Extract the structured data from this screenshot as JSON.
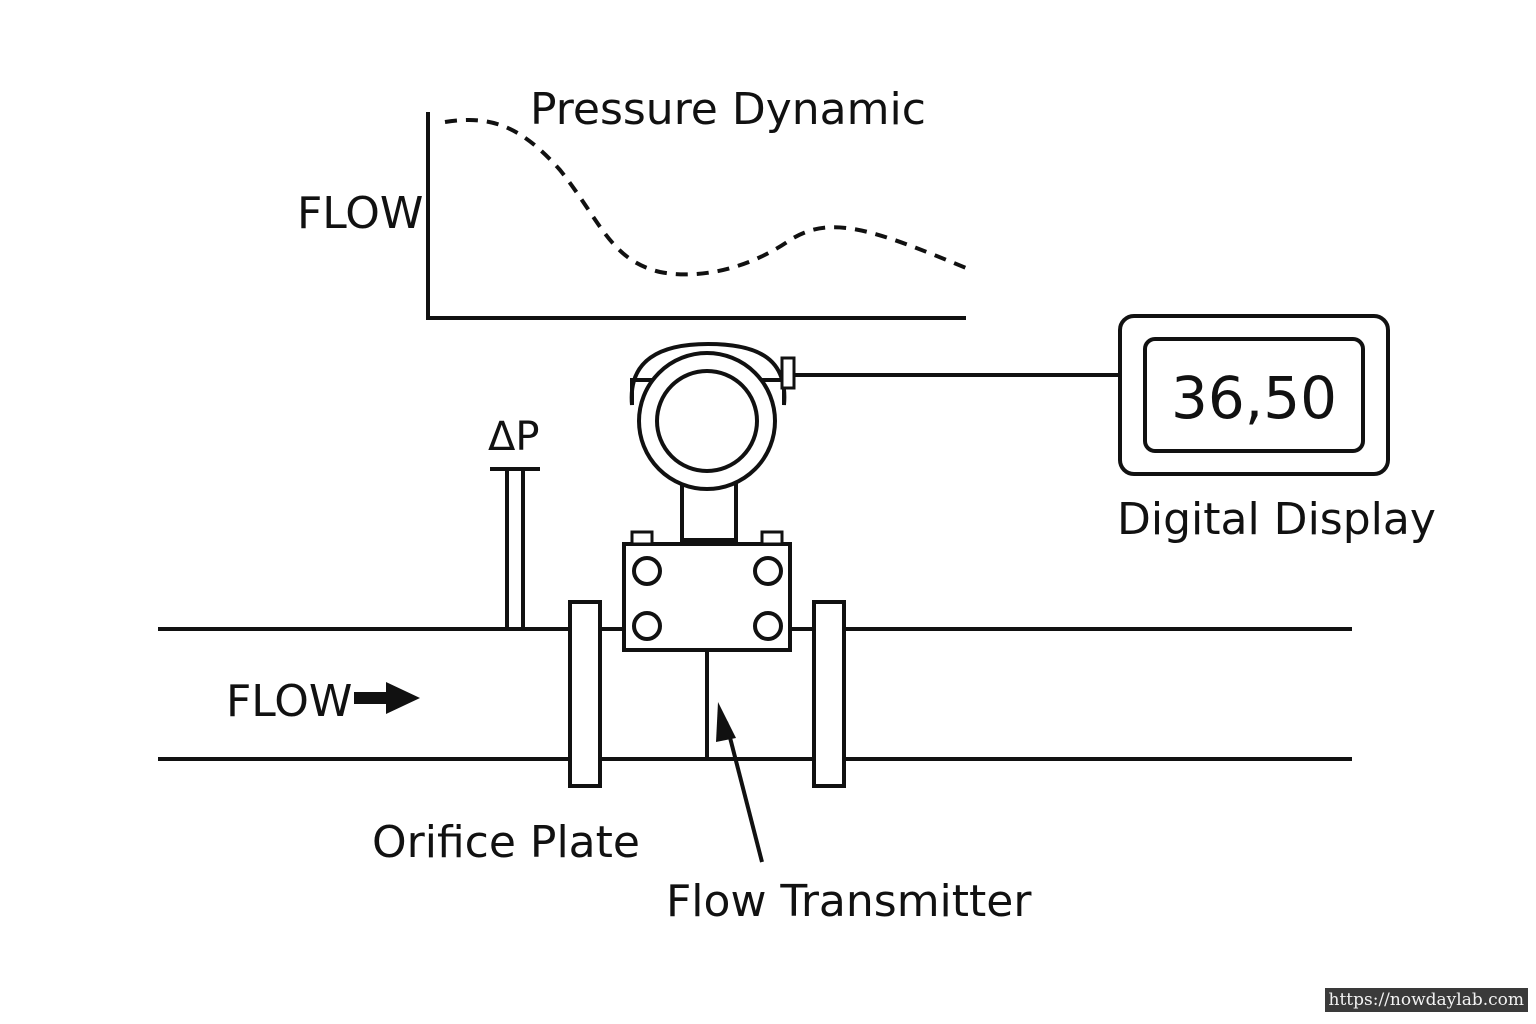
{
  "chart": {
    "title": "Pressure Dynamic",
    "y_label": "FLOW"
  },
  "pipe": {
    "flow_label": "FLOW",
    "delta_p_label": "ΔP"
  },
  "display": {
    "value": "36,50",
    "label": "Digital Display"
  },
  "labels": {
    "orifice_plate": "Orifice Plate",
    "flow_transmitter": "Flow Transmitter"
  },
  "watermark": "https://nowdaylab.com",
  "colors": {
    "stroke": "#111111",
    "background": "#ffffff",
    "watermark_bg": "#3a3a3a"
  }
}
